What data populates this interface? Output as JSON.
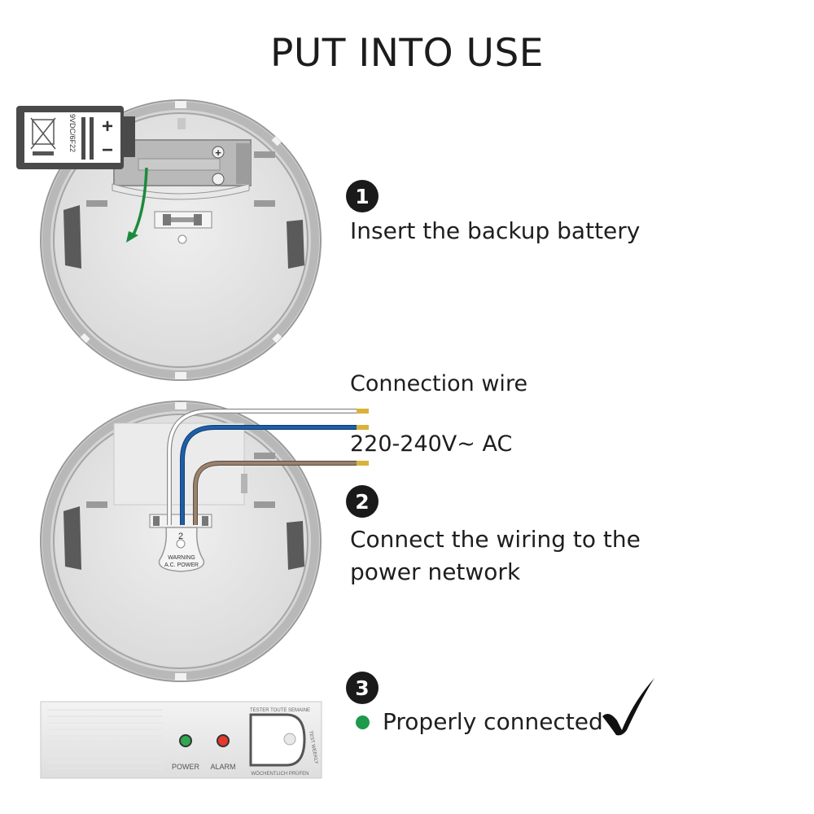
{
  "title": "PUT INTO USE",
  "battery": {
    "spec": "9VDC/6F22",
    "plus": "+",
    "minus": "−"
  },
  "step1": {
    "number": "1",
    "text": "Insert the backup battery"
  },
  "wiring": {
    "connection_label": "Connection wire",
    "voltage_label": "220-240V~ AC",
    "terminal_number": "2",
    "warning_line1": "WARNING",
    "warning_line2": "A.C. POWER",
    "wire_colors": [
      "#ffffff",
      "#1e5fa8",
      "#9a8470"
    ]
  },
  "step2": {
    "number": "2",
    "line1": "Connect the wiring to the",
    "line2": "power network"
  },
  "step3": {
    "number": "3",
    "text": "Properly connected",
    "status_color": "#1e9a4a"
  },
  "device": {
    "power_label": "POWER",
    "alarm_label": "ALARM",
    "power_led_color": "#2fa84f",
    "alarm_led_color": "#e23b2e",
    "ring_text_top": "TESTER TOUTE SEMAINE",
    "ring_text_right": "TEST WEEKLY",
    "ring_text_bottom": "WÖCHENTLICH PRÜFEN"
  },
  "icons": {
    "check": "checkmark-icon",
    "arrow": "insert-arrow-icon"
  }
}
